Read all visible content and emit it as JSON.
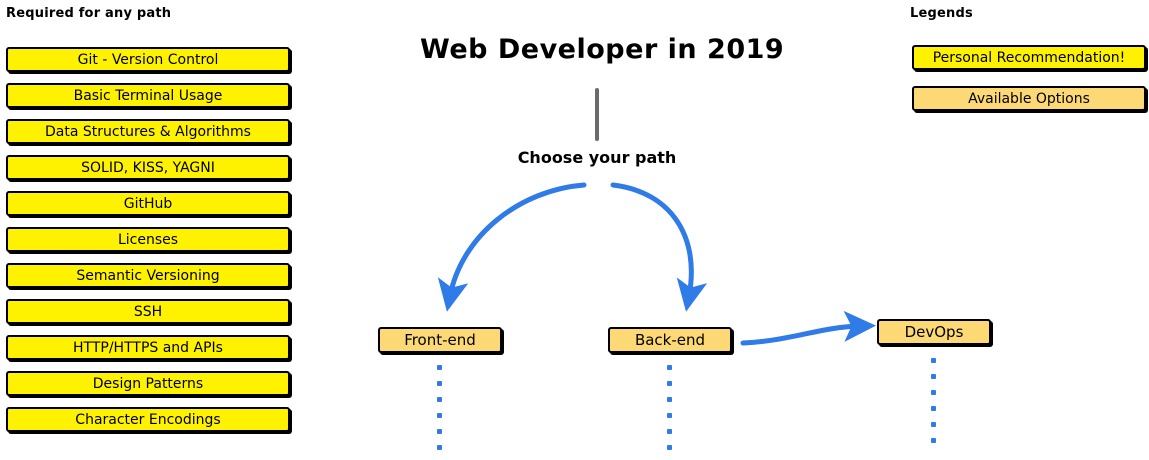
{
  "colors": {
    "recommend_yellow": "#FFF200",
    "option_tan": "#FCD975",
    "arrow_blue": "#2F7BE8",
    "trunk_gray": "#6B6B6B",
    "outline_black": "#000000",
    "background": "#FFFFFF"
  },
  "title": "Web Developer in 2019",
  "trunk_label": "Choose your path",
  "left_column": {
    "heading": "Required for any path",
    "items": [
      "Git - Version Control",
      "Basic Terminal Usage",
      "Data Structures & Algorithms",
      "SOLID, KISS, YAGNI",
      "GitHub",
      "Licenses",
      "Semantic Versioning",
      "SSH",
      "HTTP/HTTPS and APIs",
      "Design Patterns",
      "Character Encodings"
    ]
  },
  "legends": {
    "heading": "Legends",
    "items": [
      {
        "label": "Personal Recommendation!",
        "style": "yellow"
      },
      {
        "label": "Available Options",
        "style": "tan"
      }
    ]
  },
  "paths": [
    {
      "label": "Front-end",
      "style": "tan"
    },
    {
      "label": "Back-end",
      "style": "tan"
    },
    {
      "label": "DevOps",
      "style": "tan"
    }
  ],
  "dot_count": 6
}
